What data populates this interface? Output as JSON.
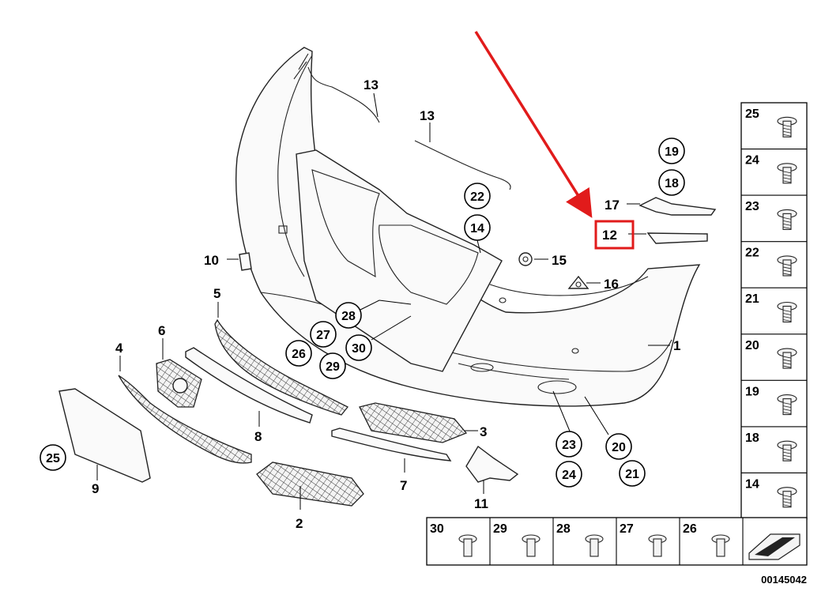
{
  "diagram": {
    "document_code": "00145042",
    "highlight_color": "#e11b1b",
    "callouts": {
      "c1": "1",
      "c2": "2",
      "c3": "3",
      "c4": "4",
      "c5": "5",
      "c6": "6",
      "c7": "7",
      "c8": "8",
      "c9": "9",
      "c10": "10",
      "c11": "11",
      "c12": "12",
      "c13a": "13",
      "c13b": "13",
      "c14": "14",
      "c15": "15",
      "c16": "16",
      "c17": "17",
      "c18": "18",
      "c19": "19",
      "c20": "20",
      "c21": "21",
      "c22": "22",
      "c23": "23",
      "c24": "24",
      "c25": "25",
      "c26": "26",
      "c27": "27",
      "c28": "28",
      "c29": "29",
      "c30": "30"
    },
    "fastener_column": [
      "25",
      "24",
      "23",
      "22",
      "21",
      "20",
      "19",
      "18",
      "14"
    ],
    "fastener_row": [
      "30",
      "29",
      "28",
      "27",
      "26"
    ]
  }
}
